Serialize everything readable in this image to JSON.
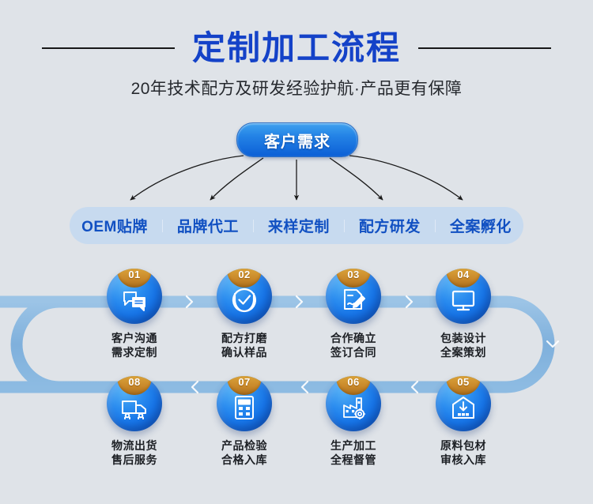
{
  "header": {
    "title": "定制加工流程",
    "subtitle": "20年技术配方及研发经验护航·产品更有保障",
    "rule_color": "#171717",
    "title_color": "#1442c8"
  },
  "demand": {
    "label": "客户需求",
    "pill_color": "#1876e8"
  },
  "services": {
    "bar_color": "#c7daef",
    "text_color": "#1150c2",
    "items": [
      {
        "label": "OEM贴牌"
      },
      {
        "label": "品牌代工"
      },
      {
        "label": "来样定制"
      },
      {
        "label": "配方研发"
      },
      {
        "label": "全案孵化"
      }
    ]
  },
  "process": {
    "track_color": "#7fb0dc",
    "badge_color": "#c9882a",
    "bubble_color": "#1876e8",
    "steps": [
      {
        "number": "01",
        "icon": "chat-bubbles-icon",
        "line1": "客户沟通",
        "line2": "需求定制"
      },
      {
        "number": "02",
        "icon": "check-shield-icon",
        "line1": "配方打磨",
        "line2": "确认样品"
      },
      {
        "number": "03",
        "icon": "sign-contract-icon",
        "line1": "合作确立",
        "line2": "签订合同"
      },
      {
        "number": "04",
        "icon": "monitor-icon",
        "line1": "包装设计",
        "line2": "全案策划"
      },
      {
        "number": "05",
        "icon": "warehouse-inbound-icon",
        "line1": "原料包材",
        "line2": "审核入库"
      },
      {
        "number": "06",
        "icon": "factory-gear-icon",
        "line1": "生产加工",
        "line2": "全程督管"
      },
      {
        "number": "07",
        "icon": "calculator-icon",
        "line1": "产品检验",
        "line2": "合格入库"
      },
      {
        "number": "08",
        "icon": "delivery-truck-icon",
        "line1": "物流出货",
        "line2": "售后服务"
      }
    ]
  }
}
